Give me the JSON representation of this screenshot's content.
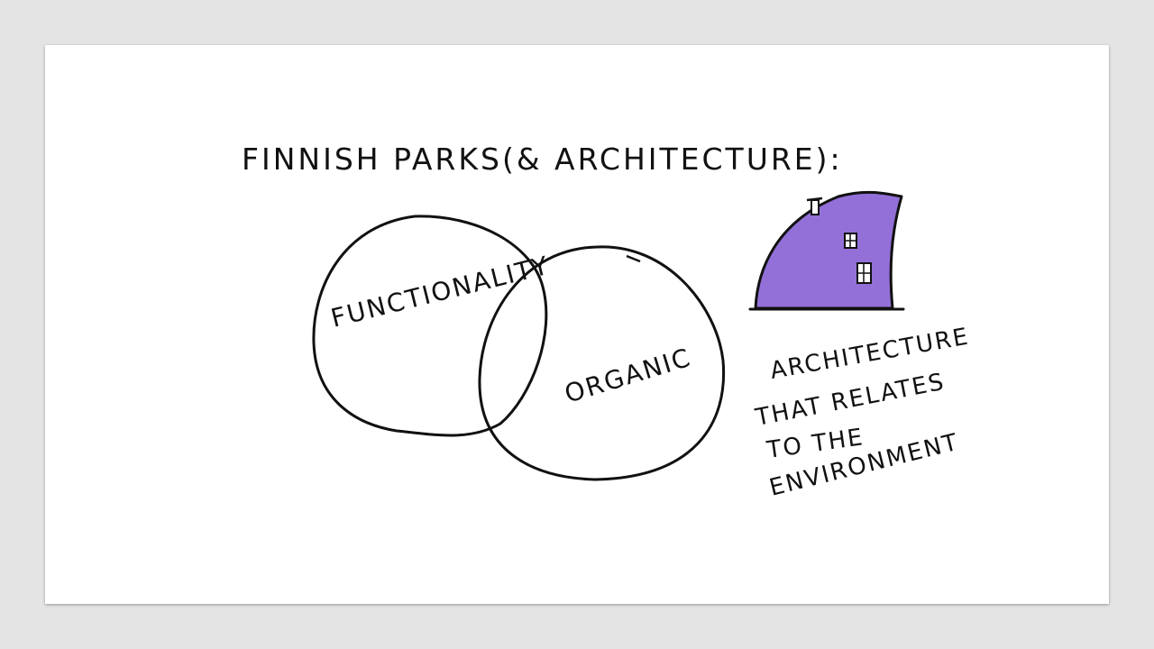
{
  "slide": {
    "title": "FINNISH PARKS(& ARCHITECTURE):",
    "venn": {
      "left_label": "FUNCTIONALITY",
      "right_label": "ORGANIC"
    },
    "caption": {
      "line1": "ARCHITECTURE",
      "line2": "THAT RELATES",
      "line3": "TO THE",
      "line4": "ENVIRONMENT"
    },
    "colors": {
      "accent": "#9370d8",
      "ink": "#111111",
      "background": "#ffffff"
    }
  }
}
